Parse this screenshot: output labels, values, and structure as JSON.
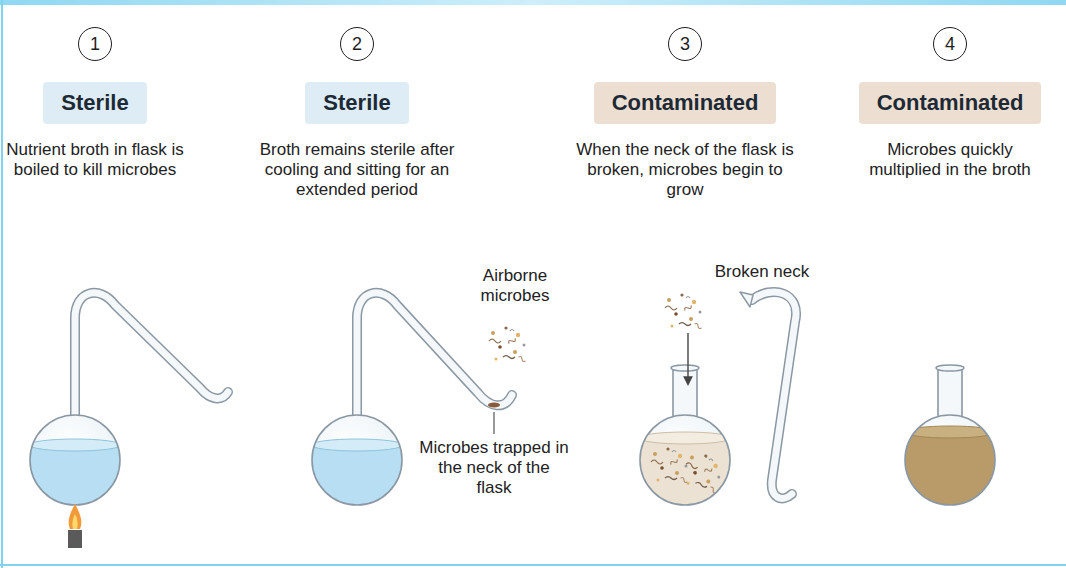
{
  "diagram": {
    "nodes": [
      {
        "text": [
          "1"
        ]
      },
      {
        "text": [
          "2"
        ]
      },
      {
        "text": [
          "3"
        ]
      },
      {
        "text": [
          "4"
        ]
      },
      {
        "text": [
          "Sterile"
        ]
      },
      {
        "text": [
          "Sterile"
        ]
      },
      {
        "text": [
          "Contaminated"
        ]
      },
      {
        "text": [
          "Contaminated"
        ]
      }
    ],
    "labels": [
      "Nutrient broth in flask is boiled to kill microbes",
      "Broth remains sterile after cooling and sitting for an extended period",
      "When the neck of the flask is broken, microbes begin to grow",
      "Microbes quickly multiplied in the broth",
      "Airborne microbes",
      "Broken neck",
      "Microbes trapped in the neck of the flask"
    ]
  }
}
